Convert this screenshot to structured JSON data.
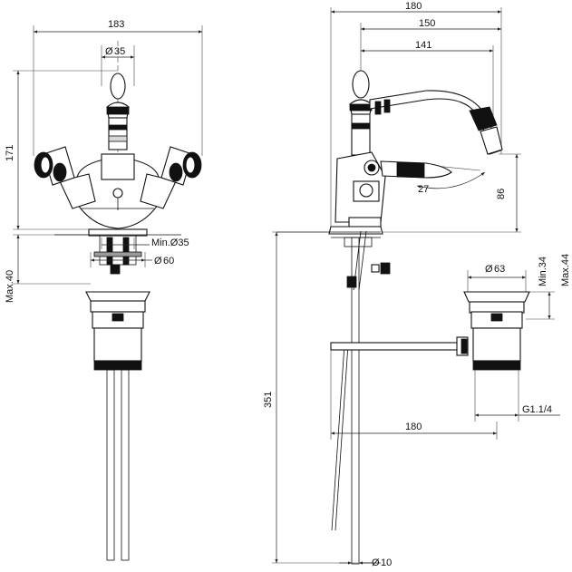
{
  "front_view": {
    "width_label": "183",
    "handle_diameter_label": "35",
    "height_label": "171",
    "hole_min_label": "Min.Ø35",
    "base_diameter_label": "60",
    "max_thickness_label": "Max.40"
  },
  "side_view": {
    "overall_label": "180",
    "outlet_reach_label": "150",
    "spout_reach_label": "141",
    "swivel_angle_label": "27",
    "outlet_height_label": "86",
    "total_height_label": "351",
    "rod_reach_label": "180",
    "rod_diameter_label": "10"
  },
  "waste": {
    "flange_diameter_label": "63",
    "min_label": "Min.34",
    "max_label": "Max.44",
    "thread_label": "G1.1/4"
  },
  "symbols": {
    "diameter": "Ø"
  }
}
